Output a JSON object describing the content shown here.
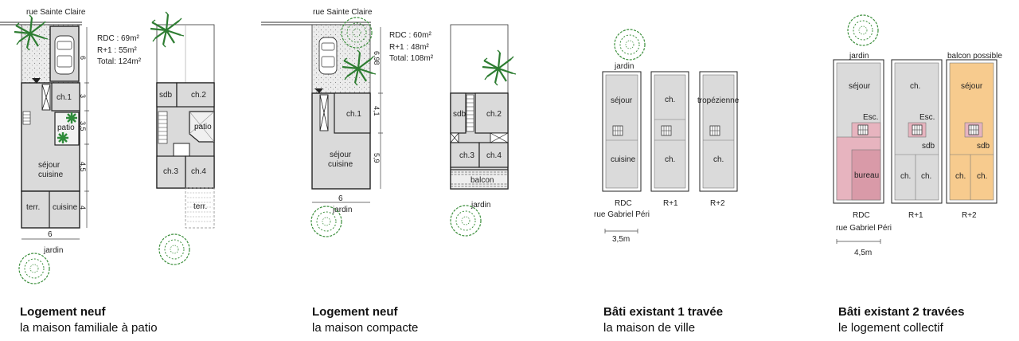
{
  "plan1": {
    "street": "rue Sainte Claire",
    "rdc": "RDC : 69m²",
    "r1": "R+1 : 55m²",
    "total": "Total: 124m²",
    "rooms": {
      "ch1": "ch.1",
      "patio_rdc": "patio",
      "sejour": "séjour",
      "cuisine_a": "cuisine",
      "terr": "terr.",
      "cuisine": "cuisine",
      "sdb": "sdb",
      "ch2": "ch.2",
      "patio_r1": "patio",
      "ch3": "ch.3",
      "ch4": "ch.4",
      "terr_r1": "terr."
    },
    "dims": {
      "d6": "6",
      "d3": "3",
      "d35": "3,5",
      "d45": "4,5",
      "d4": "4",
      "width": "6"
    },
    "garden": "jardin",
    "caption_title": "Logement neuf",
    "caption_sub": "la maison familiale à patio"
  },
  "plan2": {
    "street": "rue Sainte Claire",
    "rdc": "RDC : 60m²",
    "r1": "R+1 : 48m²",
    "total": "Total: 108m²",
    "rooms": {
      "ch1": "ch.1",
      "sejour": "séjour",
      "cuisine": "cuisine",
      "sdb": "sdb",
      "ch2": "ch.2",
      "ch3": "ch.3",
      "ch4": "ch.4",
      "balcon": "balcon"
    },
    "dims": {
      "d698": "6,98",
      "d41": "4,1",
      "d59": "5,9",
      "width": "6"
    },
    "garden_left": "jardin",
    "garden_right": "jardin",
    "caption_title": "Logement neuf",
    "caption_sub": "la maison compacte"
  },
  "plan3": {
    "garden": "jardin",
    "rooms": {
      "sejour": "séjour",
      "cuisine": "cuisine",
      "ch_a": "ch.",
      "ch_b": "ch.",
      "tropezienne": "tropézienne",
      "ch_c": "ch."
    },
    "labels": {
      "rdc": "RDC",
      "street": "rue Gabriel Péri",
      "r1": "R+1",
      "r2": "R+2"
    },
    "scale": "3,5m",
    "caption_title": "Bâti existant 1 travée",
    "caption_sub": "la maison de ville"
  },
  "plan4": {
    "garden": "jardin",
    "balcon": "balcon possible",
    "rooms": {
      "sejour": "séjour",
      "esc": "Esc.",
      "bureau": "bureau",
      "ch_top": "ch.",
      "esc2": "Esc.",
      "sdb": "sdb",
      "ch_l": "ch.",
      "ch_r": "ch.",
      "sejour2": "séjour",
      "sdb2": "sdb",
      "ch_l2": "ch.",
      "ch_r2": "ch."
    },
    "labels": {
      "rdc": "RDC",
      "street": "rue Gabriel Péri",
      "r1": "R+1",
      "r2": "R+2"
    },
    "scale": "4,5m",
    "caption_title": "Bâti existant 2 travées",
    "caption_sub": "le logement collectif"
  },
  "colors": {
    "pink": "#e7b4bf",
    "orange": "#f7cb8e",
    "grey": "#dadada",
    "green": "#3c8f3c"
  }
}
